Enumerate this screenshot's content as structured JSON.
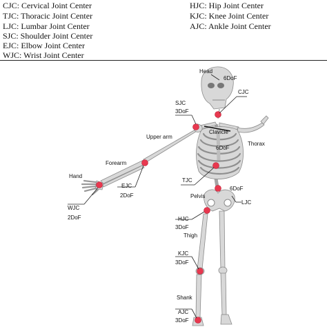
{
  "legend": {
    "left": [
      "CJC: Cervical Joint Center",
      "TJC: Thoracic Joint Center",
      "LJC: Lumbar Joint Center",
      "SJC: Shoulder Joint Center",
      "EJC: Elbow Joint Center",
      "WJC: Wrist Joint Center"
    ],
    "right": [
      "HJC: Hip Joint Center",
      "KJC: Knee Joint Center",
      "AJC: Ankle Joint Center"
    ]
  },
  "labels": {
    "head": "Head",
    "head_dof": "6DoF",
    "cjc": "CJC",
    "sjc": "SJC",
    "sjc_dof": "3DoF",
    "upper_arm": "Upper arm",
    "clavicle": "Clavicle",
    "thorax": "Thorax",
    "thorax_dof": "6DoF",
    "forearm": "Forearm",
    "hand": "Hand",
    "ejc": "EJC",
    "ejc_dof": "2DoF",
    "tjc": "TJC",
    "wjc": "WJC",
    "wjc_dof": "2DoF",
    "pelvis": "Pelvis",
    "pelvis_dof": "6DoF",
    "ljc": "LJC",
    "hjc": "HJC",
    "hjc_dof": "3DoF",
    "thigh": "Thigh",
    "kjc": "KJC",
    "kjc_dof": "3DoF",
    "shank": "Shank",
    "ajc": "AJC",
    "ajc_dof": "3DoF"
  },
  "colors": {
    "joint": "#e8384f",
    "bone": "#d8d8d8"
  }
}
